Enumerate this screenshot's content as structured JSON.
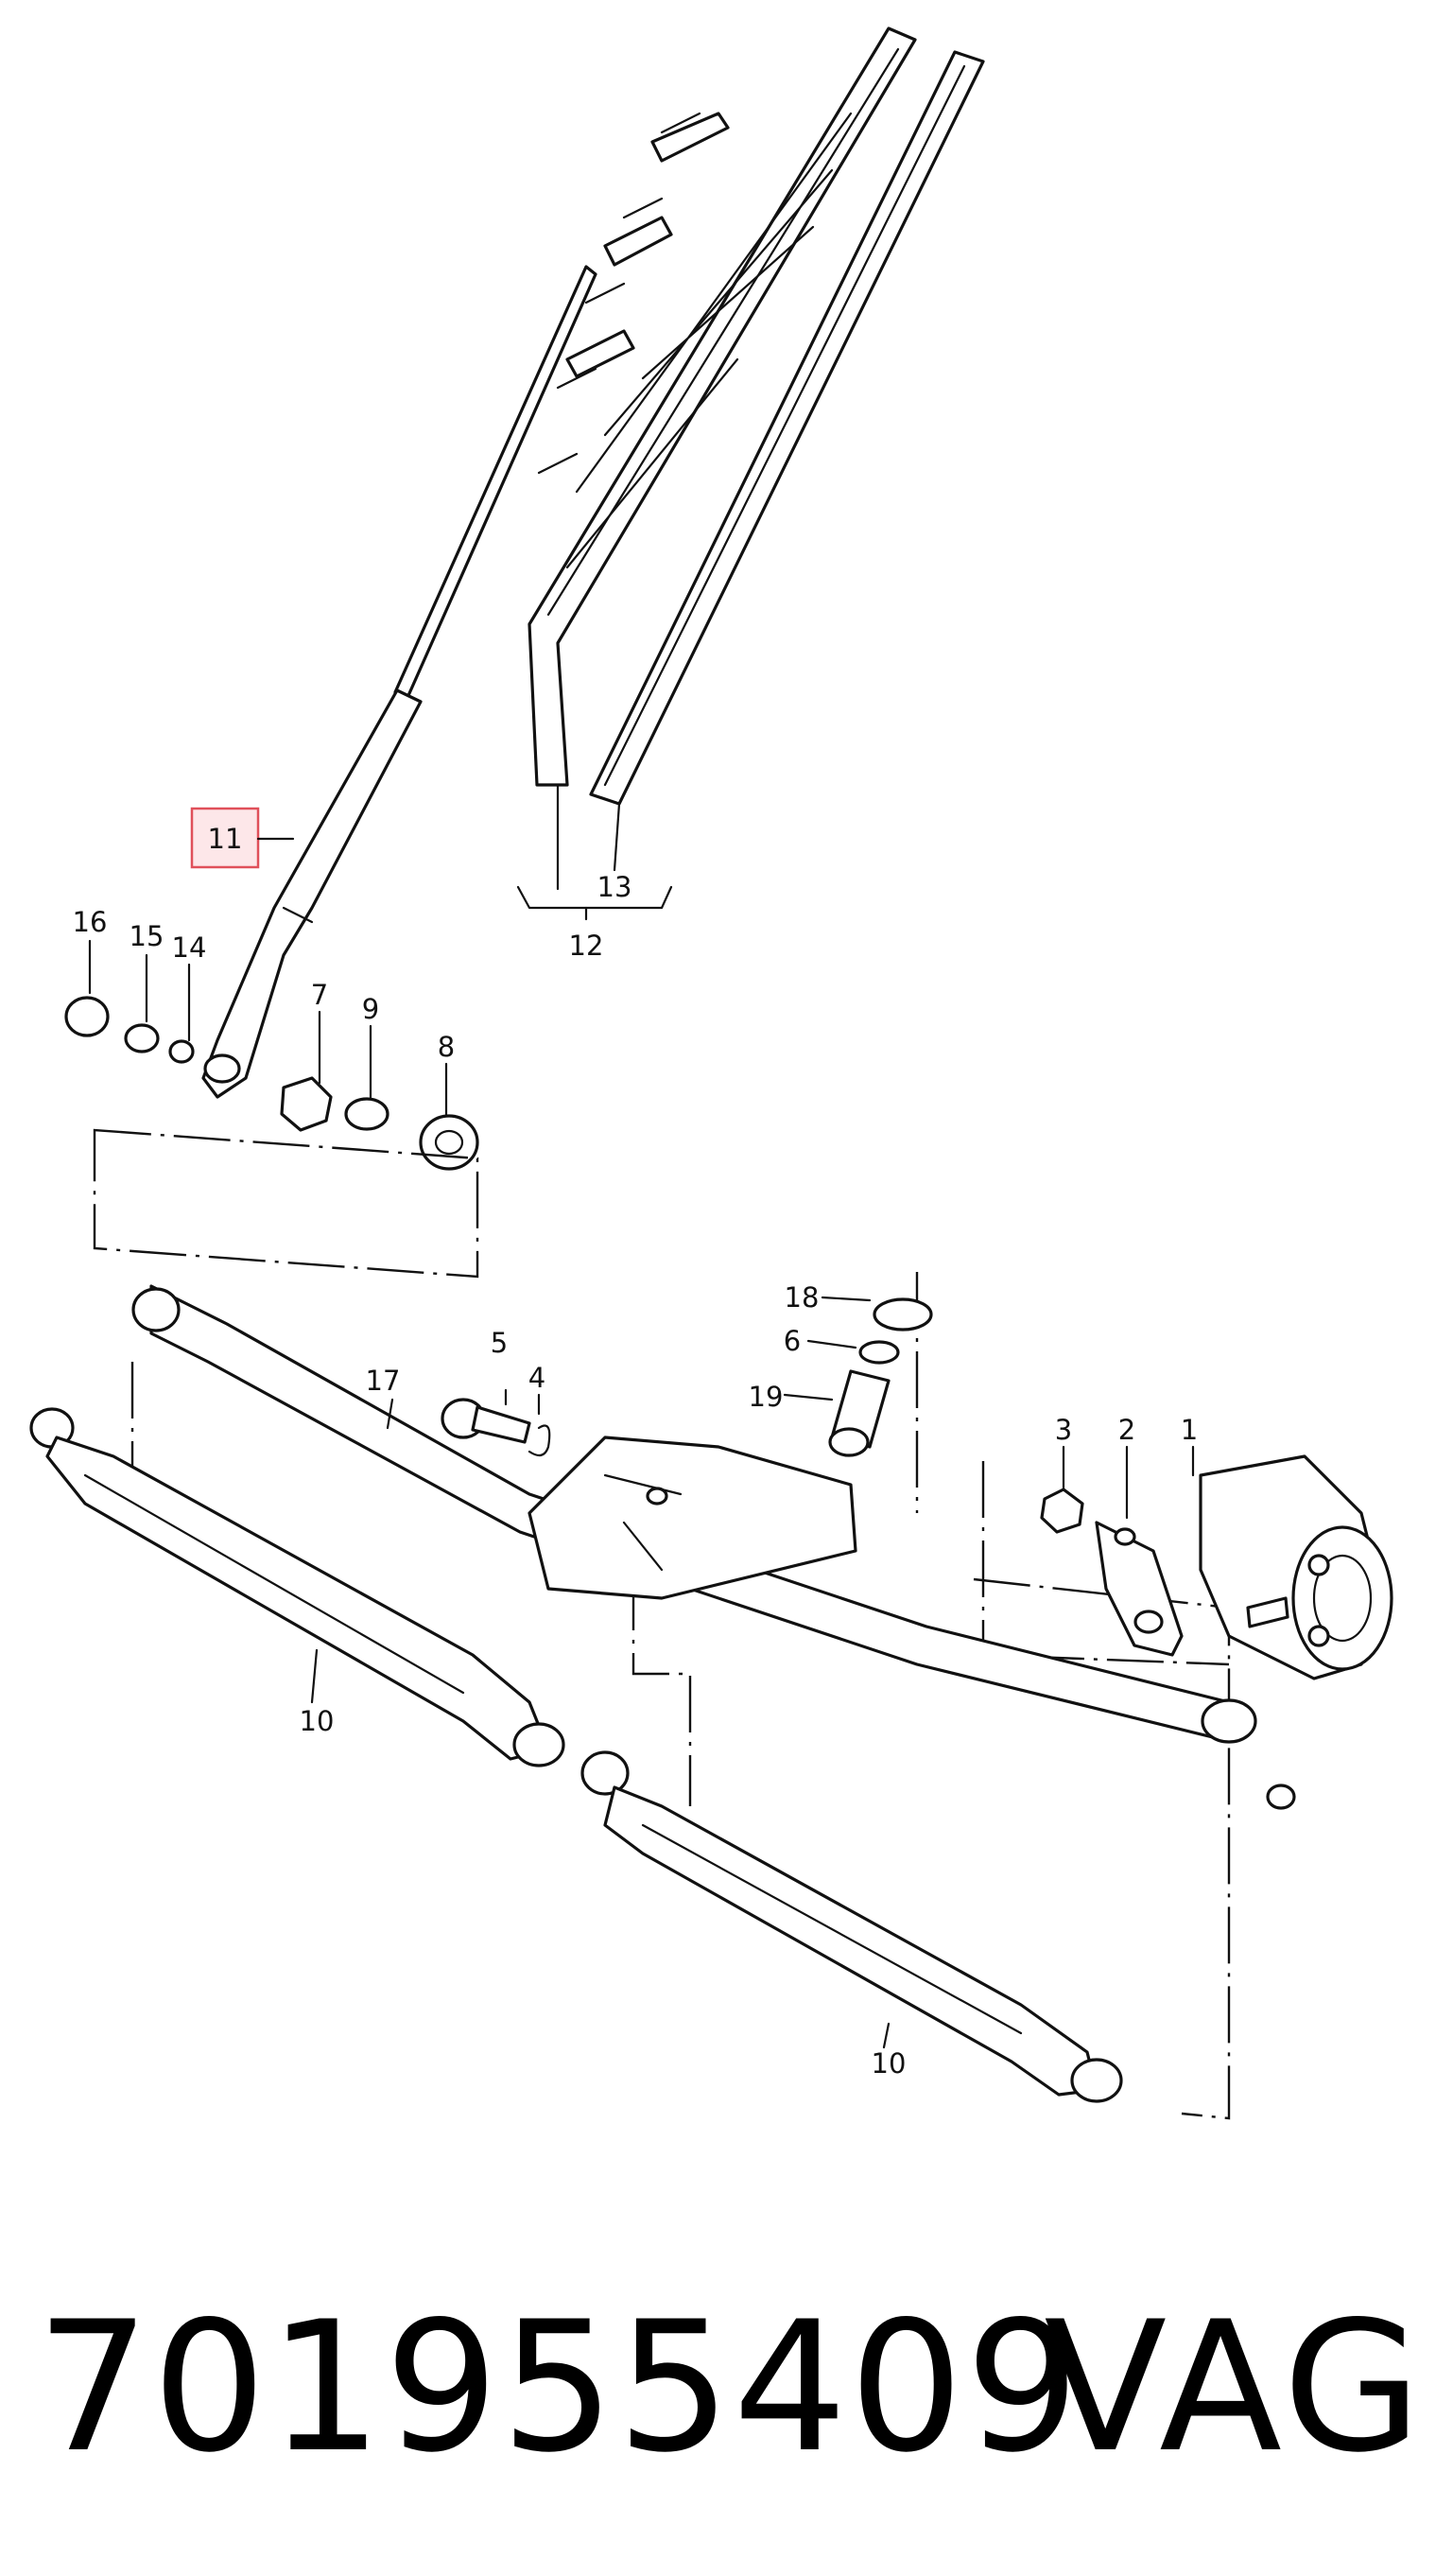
{
  "diagram": {
    "labels": [
      "1",
      "2",
      "3",
      "4",
      "5",
      "6",
      "7",
      "8",
      "9",
      "10",
      "10",
      "11",
      "12",
      "13",
      "14",
      "15",
      "16",
      "17",
      "18",
      "19"
    ],
    "highlighted_label": "11",
    "highlight_color": "#e0505a"
  },
  "footer": {
    "part_number": "701955409",
    "brand": "VAG"
  }
}
